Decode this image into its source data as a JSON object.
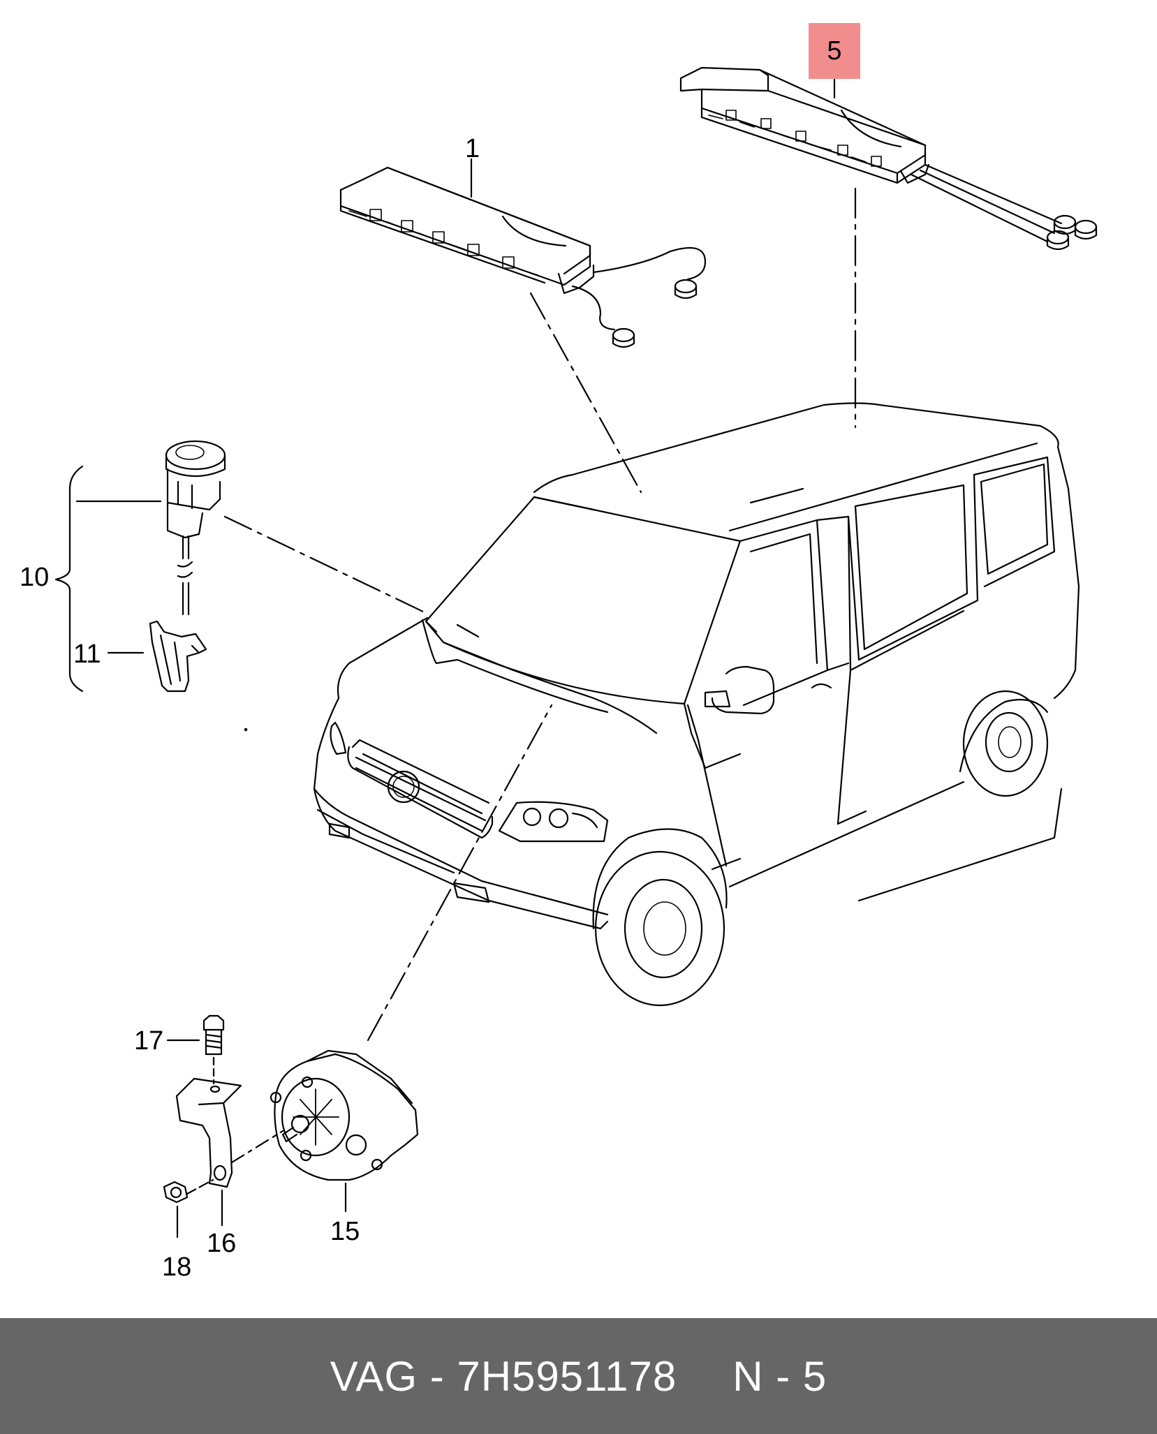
{
  "highlight_color": "#f28d8d",
  "footer_color": "#666666",
  "callouts": {
    "c5": "5",
    "c1": "1",
    "c10": "10",
    "c11": "11",
    "c17": "17",
    "c15": "15",
    "c16": "16",
    "c18": "18"
  },
  "footer": {
    "part_label": "VAG - 7H5951178",
    "position_label": "N - 5"
  }
}
